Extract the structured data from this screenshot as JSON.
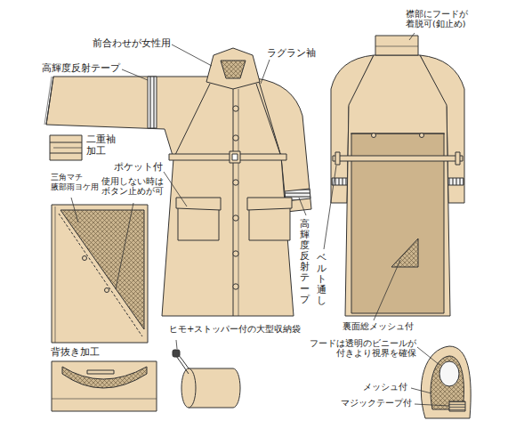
{
  "diagram": {
    "labels": [
      "前合わせが女性用",
      "ラグラン袖",
      "高輝度反射テープ",
      "襟部にフードが 着脱可(釦止め)",
      "二重袖 加工",
      "ポケット付",
      "三角マチ 腋部雨ヨケ用",
      "使用しない時は ボタン止めが可",
      "高輝度反射テープ",
      "ベルト通し",
      "背抜き加工",
      "ヒモ+ストッパー付の大型収納袋",
      "裏面総メッシュ付",
      "フードは透明のビニールが 付きより視界を確保",
      "メッシュ付",
      "マジックテープ付"
    ]
  }
}
